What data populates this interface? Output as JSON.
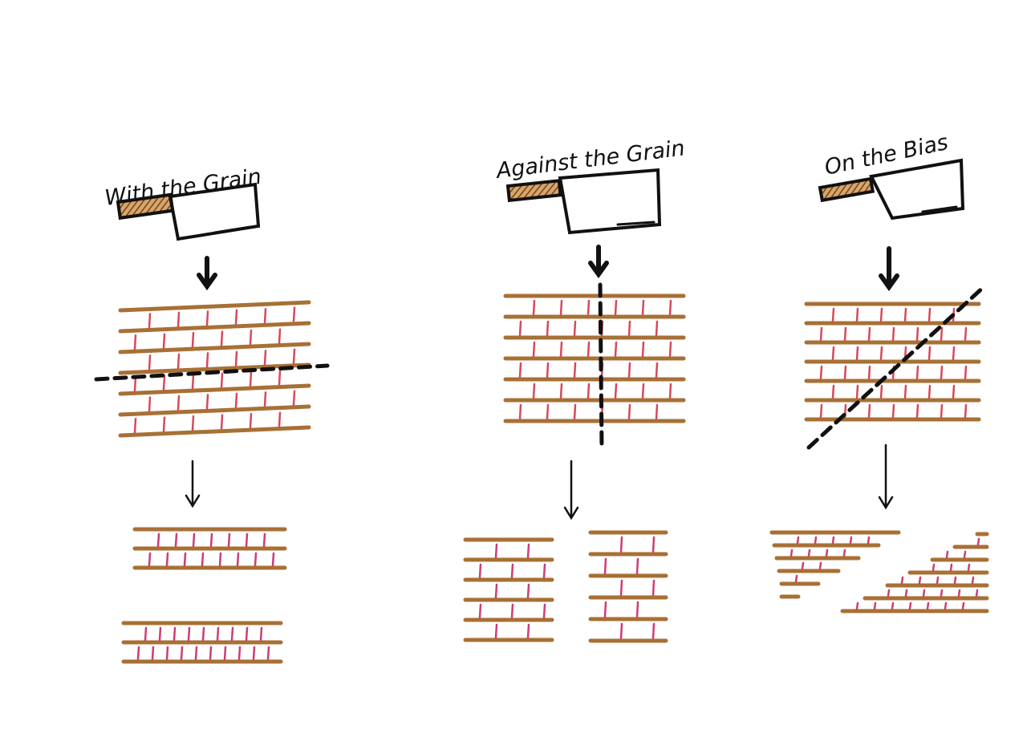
{
  "panels": [
    {
      "label": "With the Grain",
      "cut": "horizontal"
    },
    {
      "label": "Against the Grain",
      "cut": "vertical"
    },
    {
      "label": "On the Bias",
      "cut": "diagonal"
    }
  ],
  "colors": {
    "ink": "#111111",
    "grain_line": "#a87035",
    "fiber_mark": "#d64a5a",
    "fiber_mark_cut": "#cc3d7a",
    "handle_fill": "#9c6a3a"
  },
  "icons": [
    "knife-icon",
    "arrow-down-icon"
  ]
}
